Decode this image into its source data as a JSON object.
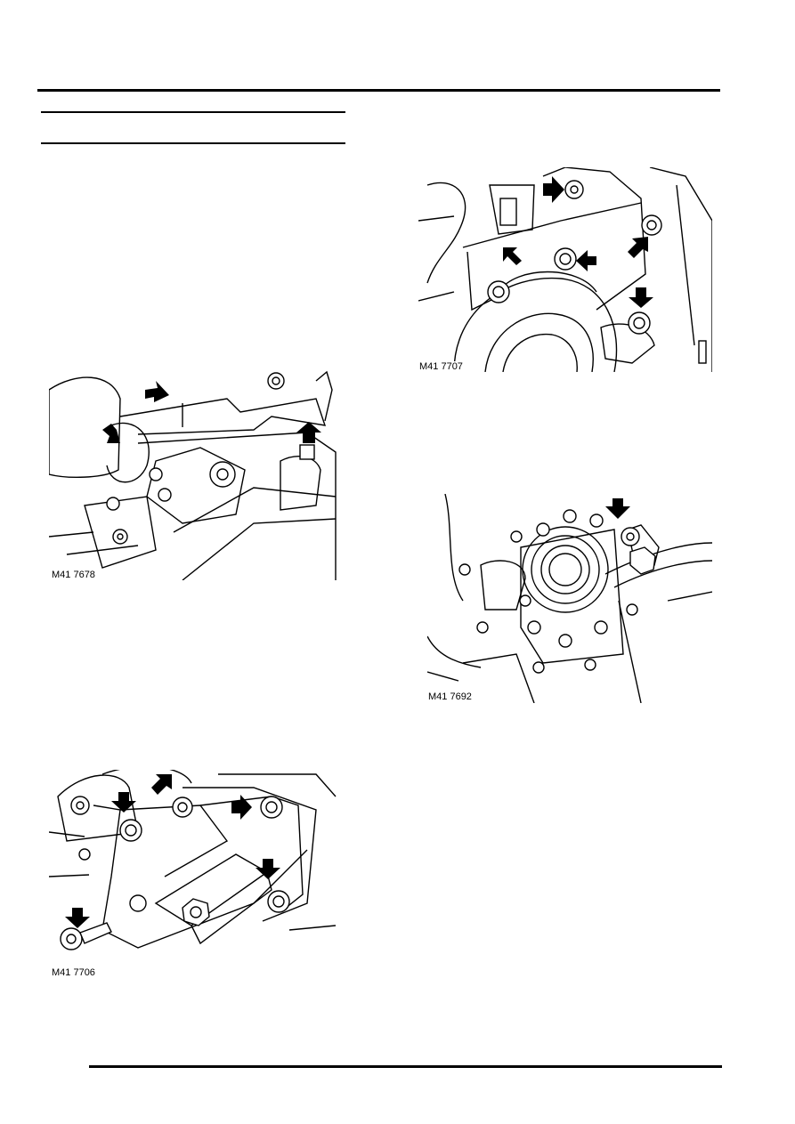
{
  "figures": [
    {
      "id": "fig-1",
      "label": "M41 7678"
    },
    {
      "id": "fig-2",
      "label": "M41 7706"
    },
    {
      "id": "fig-3",
      "label": "M41 7707"
    },
    {
      "id": "fig-4",
      "label": "M41 7692"
    }
  ],
  "colors": {
    "ink": "#000000",
    "paper": "#ffffff",
    "shade": "#d9d9d9"
  },
  "icons": [
    "arrow-icon",
    "bolt-icon",
    "nut-icon",
    "bracket-icon"
  ]
}
